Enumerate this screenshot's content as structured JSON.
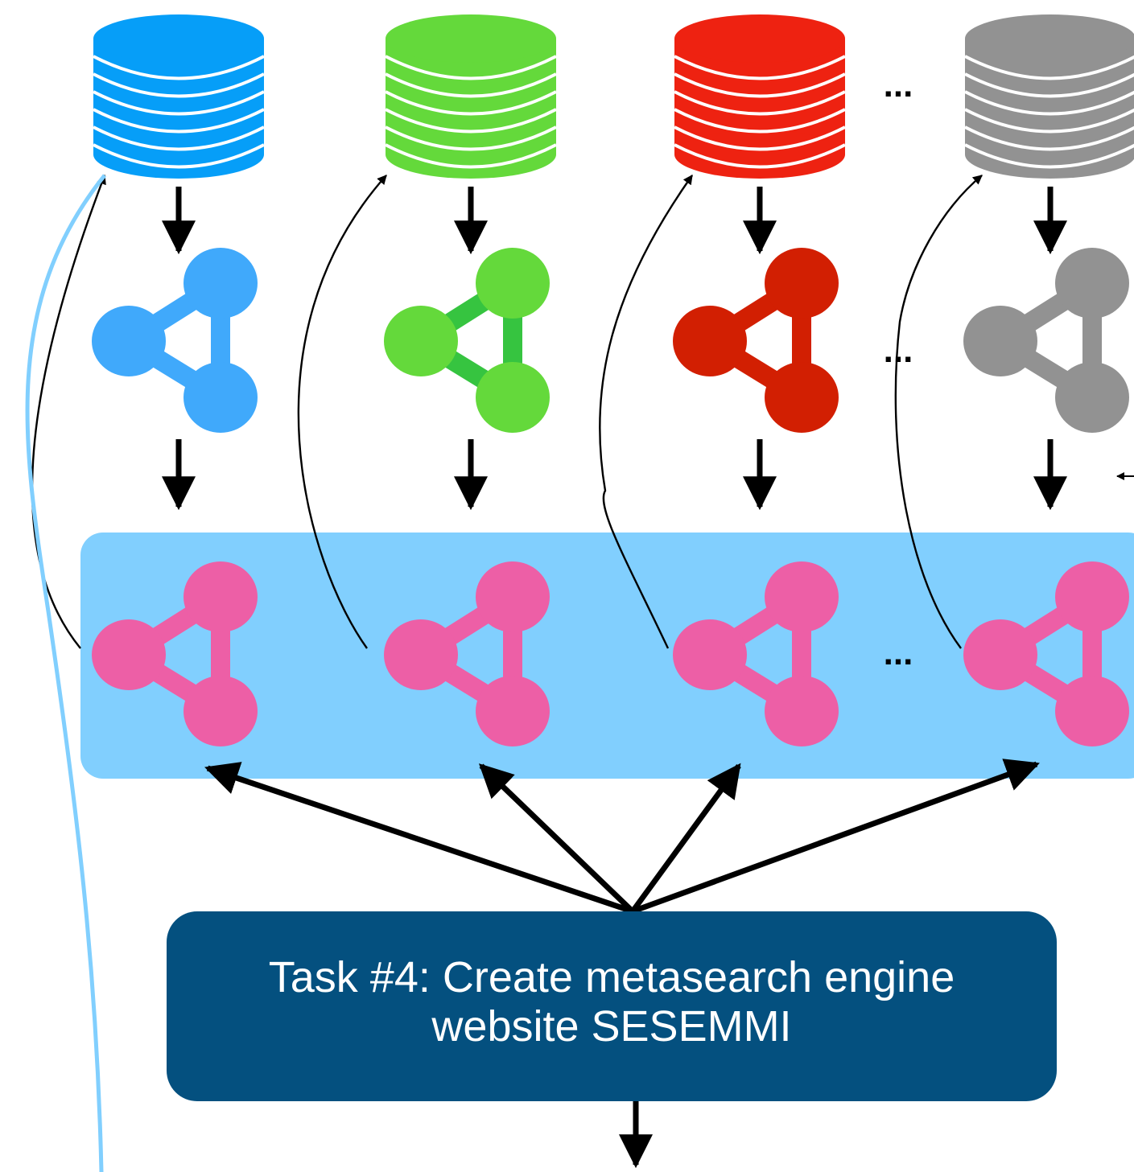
{
  "task": {
    "line1": "Task #4: Create metasearch engine",
    "line2": "website SESEMMI"
  },
  "ellipsis": "...",
  "sources": [
    {
      "name": "database-blue",
      "db_color": "#069ef8",
      "graph_color": "#40a9fb"
    },
    {
      "name": "database-green",
      "db_color": "#64d93b",
      "graph_color": "#64d93b",
      "edge_color": "#36c440"
    },
    {
      "name": "database-red",
      "db_color": "#ee2211",
      "graph_color": "#d21f02"
    },
    {
      "name": "database-gray",
      "db_color": "#929292",
      "graph_color": "#929292"
    }
  ],
  "colors": {
    "merged_panel": "#81cffe",
    "merged_graph": "#ed5fa6",
    "task_box": "#04507f",
    "feedback_line": "#81cffe",
    "arrows": "#000000"
  }
}
